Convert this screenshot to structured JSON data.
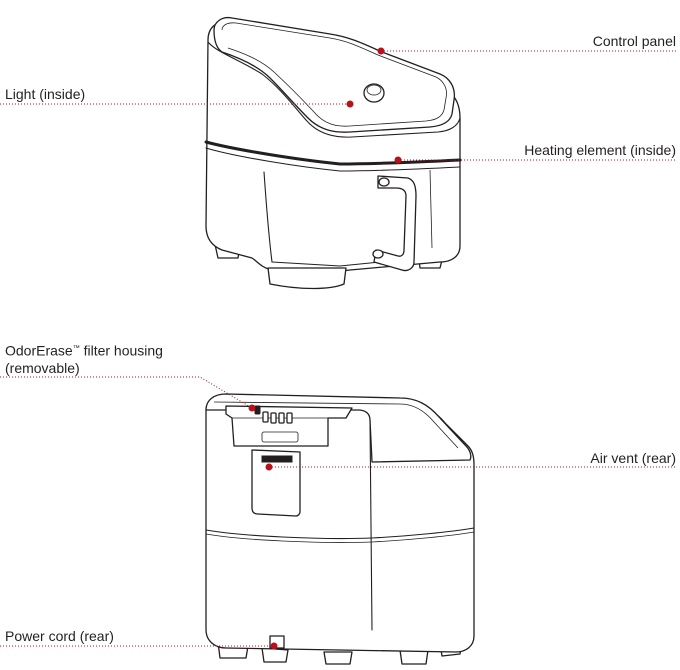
{
  "accent_color": "#b5121b",
  "callouts": {
    "control_panel": "Control panel",
    "light": "Light (inside)",
    "heating_element": "Heating element (inside)",
    "filter_housing_line1": "OdorErase",
    "filter_housing_tm": "™",
    "filter_housing_line1_rest": " filter housing",
    "filter_housing_line2": "(removable)",
    "air_vent": "Air vent (rear)",
    "power_cord": "Power cord (rear)"
  }
}
